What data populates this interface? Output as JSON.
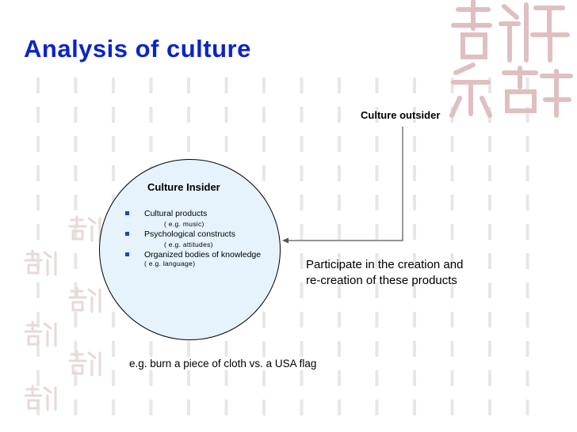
{
  "slide": {
    "title": "Analysis of culture",
    "outsider_label": "Culture outsider",
    "insider": {
      "title": "Culture Insider",
      "items": [
        {
          "label": "Cultural products",
          "example": "( e.g. music)"
        },
        {
          "label": "Psychological constructs",
          "example": "( e.g.  attitudes)"
        },
        {
          "label": "Organized bodies of knowledge",
          "example": "( e.g.  language)"
        }
      ]
    },
    "participate_lines": [
      "Participate in the creation and",
      "re-creation of these products"
    ],
    "example_text": "e.g. burn a piece of cloth vs. a USA flag"
  },
  "colors": {
    "title": "#0b24c9",
    "bullet": "#1e3fd8",
    "circle_fill": "#e6f3fc",
    "decor_marks": "#e7e7e7",
    "decor_seal": "#e0bfc0"
  },
  "decor_icons": [
    "vertical-line-pattern",
    "chinese-seal-watermark"
  ]
}
